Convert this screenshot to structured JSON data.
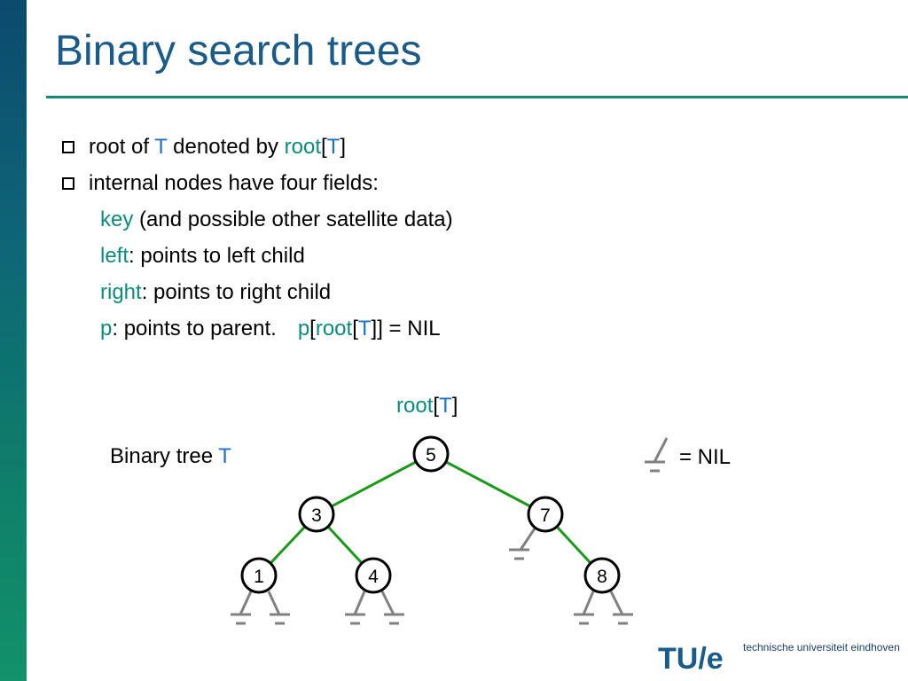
{
  "slide": {
    "title": "Binary search trees",
    "bullets": [
      {
        "parts": [
          "root of ",
          "T",
          " denoted by ",
          "root",
          "[",
          "T",
          "]"
        ]
      },
      {
        "text": "internal nodes have four fields:"
      }
    ],
    "fields": [
      {
        "name": "key",
        "desc": " (and possible other satellite data)"
      },
      {
        "name": "left",
        "desc": ": points to left child"
      },
      {
        "name": "right",
        "desc": ": points to right child"
      },
      {
        "name": "p",
        "desc": ": points to parent.",
        "extra": [
          "p",
          "[",
          "root",
          "[",
          "T",
          "]] = NIL"
        ]
      }
    ]
  },
  "diagram": {
    "root_label": [
      "root",
      "[",
      "T",
      "]"
    ],
    "tree_label": [
      "Binary tree ",
      "T"
    ],
    "nil_legend": "= NIL",
    "nodes": [
      "5",
      "3",
      "7",
      "1",
      "4",
      "8"
    ],
    "colors": {
      "edge": "#1a9a1a",
      "node_border": "#000000",
      "accent_green": "#0a8c7a",
      "accent_blue": "#1e73c8"
    }
  },
  "logo": {
    "mark": "TU/e",
    "text": "technische universiteit eindhoven"
  }
}
